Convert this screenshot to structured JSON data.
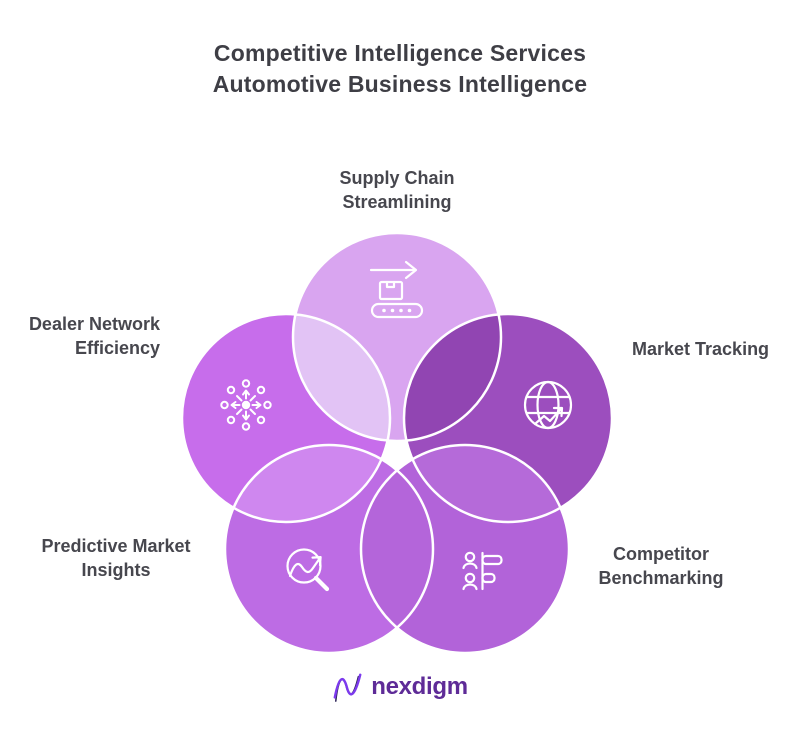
{
  "title": {
    "line1": "Competitive Intelligence Services",
    "line2": "Automotive Business Intelligence"
  },
  "labels": {
    "supply": {
      "line1": "Supply Chain",
      "line2": "Streamlining"
    },
    "dealer": {
      "line1": "Dealer Network",
      "line2": "Efficiency"
    },
    "market": {
      "line1": "Market Tracking"
    },
    "predictive": {
      "line1": "Predictive Market",
      "line2": "Insights"
    },
    "competitor": {
      "line1": "Competitor",
      "line2": "Benchmarking"
    }
  },
  "icons": {
    "supply": "conveyor-belt-arrow-icon",
    "dealer": "hub-network-icon",
    "market": "globe-growth-icon",
    "predictive": "trend-magnifier-icon",
    "competitor": "people-benchmark-bars-icon"
  },
  "logo": {
    "text": "nexdigm"
  },
  "colors": {
    "background": "#ffffff",
    "petals": {
      "supply": "#d9a5f0",
      "market": "#9c4ebe",
      "competitor": "#b263d9",
      "predictive": "#bd6ce4",
      "dealer": "#c76deb"
    },
    "overlaps": {
      "supply_dealer": "#e2c3f5",
      "supply_market": "#9145b2",
      "market_competitor": "#b56ad9",
      "competitor_predictive": "#b465da",
      "predictive_dealer": "#cf87ef"
    },
    "stroke": "#ffffff",
    "icon_stroke": "#ffffff",
    "title_text": "#3e3e45",
    "label_text": "#47474e",
    "logo_text": "#5e2b97",
    "logo_mark_primary": "#7c3aed",
    "logo_mark_secondary": "#2e2458"
  }
}
